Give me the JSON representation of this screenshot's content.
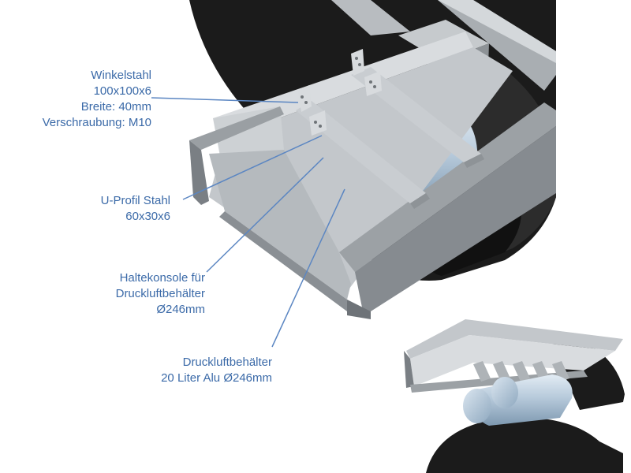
{
  "colors": {
    "label_text": "#3b6aa8",
    "leader_line": "#5b86c2",
    "tire": "#1a1a1a",
    "tire_edge": "#3a3a3a",
    "frame_light": "#bfc4c8",
    "frame_mid": "#9ea3a8",
    "frame_dark": "#6e7378",
    "frame_top": "#d2d6d9",
    "tank_light": "#c9d9e8",
    "tank_mid": "#9db5cc",
    "tank_dark": "#6d889f",
    "background": "#ffffff"
  },
  "labels": [
    {
      "id": "winkelstahl",
      "lines": [
        "Winkelstahl",
        "100x100x6",
        "Breite: 40mm",
        "Verschraubung: M10"
      ]
    },
    {
      "id": "u-profil",
      "lines": [
        "U-Profil Stahl",
        "60x30x6"
      ]
    },
    {
      "id": "haltekonsole",
      "lines": [
        "Haltekonsole für",
        "Druckluftbehälter",
        "Ø246mm"
      ]
    },
    {
      "id": "druckluftbehaelter",
      "lines": [
        "Druckluftbehälter",
        "20 Liter Alu Ø246mm"
      ]
    }
  ]
}
